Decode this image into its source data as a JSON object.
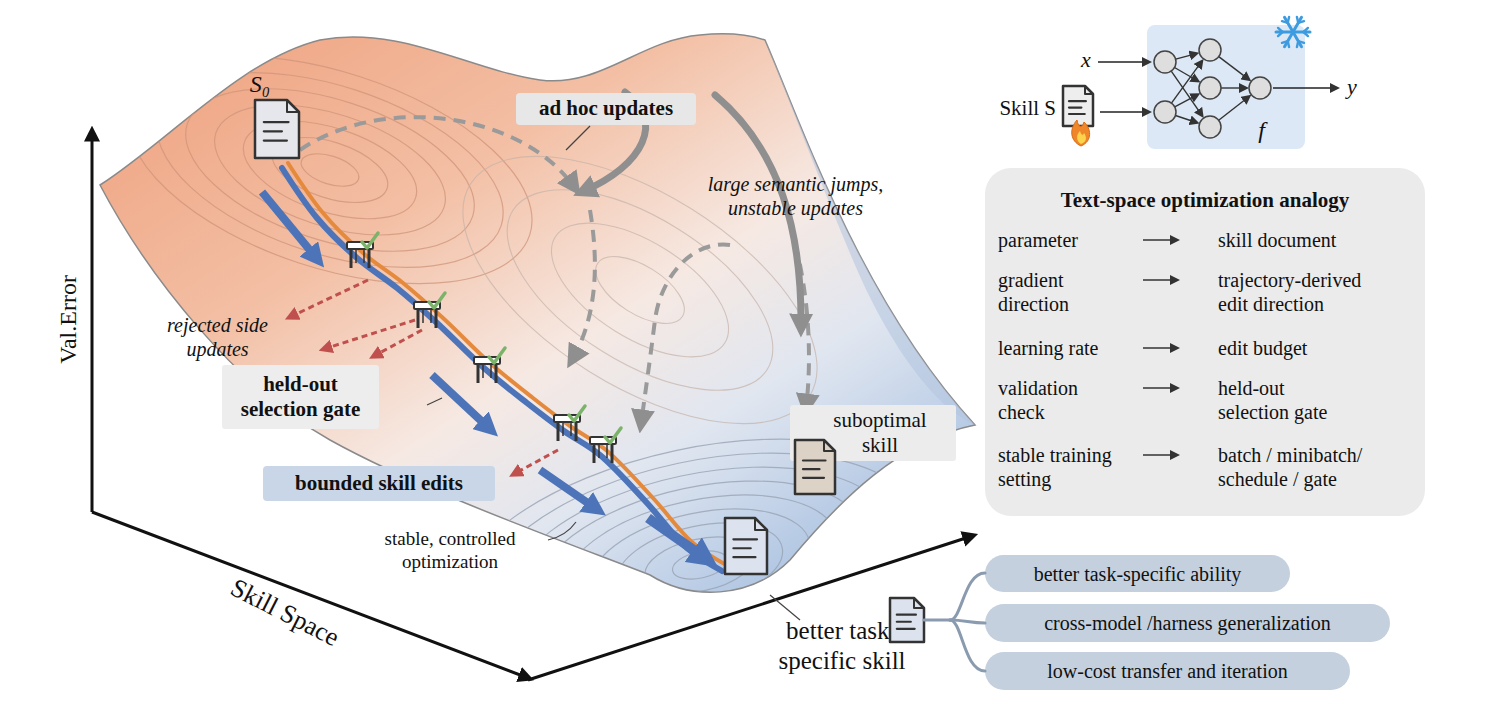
{
  "diagram": {
    "nodes": [
      {
        "text": [
          "ad hoc updates"
        ]
      },
      {
        "text": [
          "f"
        ]
      },
      {
        "text": [
          "Text-space optimization analogy"
        ]
      },
      {
        "text": [
          "held-out selection gate"
        ]
      },
      {
        "text": [
          "suboptimal skill"
        ]
      },
      {
        "text": [
          "bounded skill edits"
        ]
      },
      {
        "text": [
          "better task-specific ability"
        ]
      },
      {
        "text": [
          "cross-model /harness generalization"
        ]
      },
      {
        "text": [
          "low-cost transfer and iteration"
        ]
      }
    ],
    "labels": [
      "S₀",
      "large semantic jumps, unstable updates",
      "rejected side updates",
      "Val.Error",
      "Skill Space",
      "stable, controlled optimization",
      "better task-specific skill",
      "x",
      "Skill S",
      "y",
      "parameter",
      "skill document",
      "gradient direction",
      "trajectory-derived edit direction",
      "learning rate",
      "edit budget",
      "validation check",
      "held-out selection gate",
      "stable training setting",
      "batch / minibatch/ schedule / gate"
    ]
  }
}
